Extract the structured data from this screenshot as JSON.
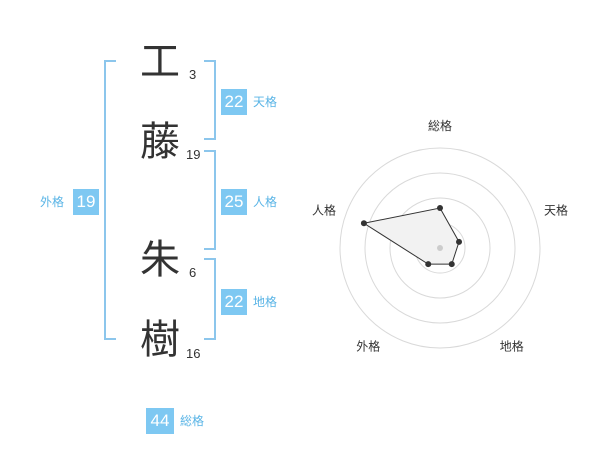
{
  "name": {
    "chars": [
      {
        "char": "工",
        "strokes": "3"
      },
      {
        "char": "藤",
        "strokes": "19"
      },
      {
        "char": "朱",
        "strokes": "6"
      },
      {
        "char": "樹",
        "strokes": "16"
      }
    ]
  },
  "fortunes": {
    "tenkaku": {
      "label": "天格",
      "value": "22"
    },
    "jinkaku": {
      "label": "人格",
      "value": "25"
    },
    "chikaku": {
      "label": "地格",
      "value": "22"
    },
    "gaikaku": {
      "label": "外格",
      "value": "19"
    },
    "soukaku": {
      "label": "総格",
      "value": "44"
    }
  },
  "chart_data": {
    "type": "radar",
    "axes": [
      "総格",
      "天格",
      "地格",
      "外格",
      "人格"
    ],
    "values": [
      2,
      1,
      1,
      1,
      4
    ],
    "range": [
      0,
      5
    ],
    "rings": 4,
    "colors": {
      "fill": "#f2f2f2",
      "line": "#333333",
      "point": "#333333",
      "grid": "#d9d9d9",
      "center": "#cccccc"
    }
  }
}
